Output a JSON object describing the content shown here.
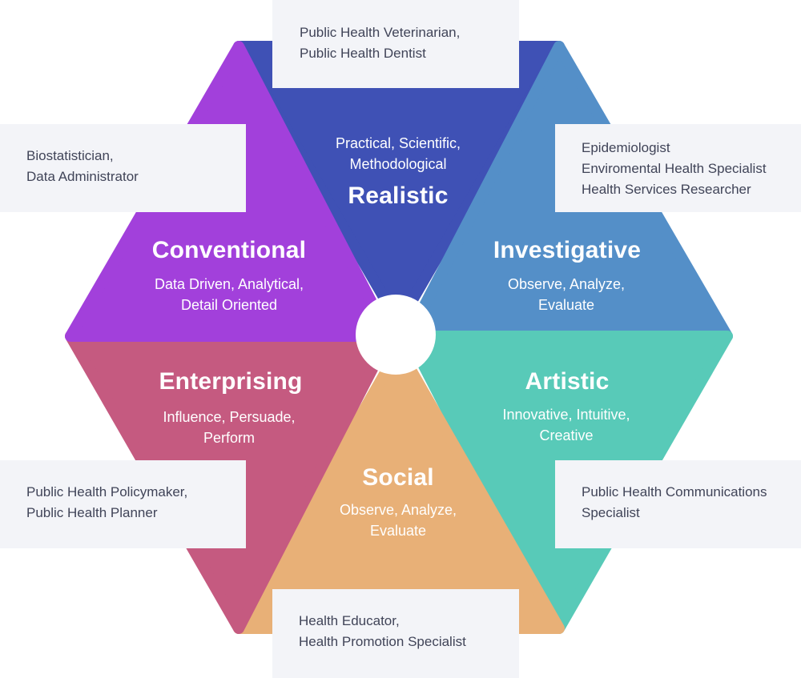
{
  "colors": {
    "realistic": "#3f51b5",
    "investigative": "#548fc8",
    "artistic": "#58cab8",
    "social": "#e8b077",
    "enterprising": "#c55a80",
    "conventional": "#a240db",
    "card_bg": "#f3f4f8",
    "card_text": "#404458"
  },
  "segments": {
    "realistic": {
      "title": "Realistic",
      "desc": [
        "Practical, Scientific,",
        "Methodological"
      ]
    },
    "investigative": {
      "title": "Investigative",
      "desc": [
        "Observe, Analyze,",
        "Evaluate"
      ]
    },
    "artistic": {
      "title": "Artistic",
      "desc": [
        "Innovative, Intuitive,",
        "Creative"
      ]
    },
    "social": {
      "title": "Social",
      "desc": [
        "Observe, Analyze,",
        "Evaluate"
      ]
    },
    "enterprising": {
      "title": "Enterprising",
      "desc": [
        "Influence, Persuade,",
        "Perform"
      ]
    },
    "conventional": {
      "title": "Conventional",
      "desc": [
        "Data Driven, Analytical,",
        "Detail Oriented"
      ]
    }
  },
  "cards": {
    "realistic": [
      "Public Health Veterinarian,",
      "Public Health Dentist"
    ],
    "investigative": [
      "Epidemiologist",
      "Enviromental Health Specialist",
      "Health Services Researcher"
    ],
    "artistic": [
      "Public Health Communications",
      "Specialist"
    ],
    "social": [
      "Health Educator,",
      "Health Promotion Specialist"
    ],
    "enterprising": [
      "Public Health Policymaker,",
      "Public Health Planner"
    ],
    "conventional": [
      "Biostatistician,",
      "Data Administrator"
    ]
  }
}
